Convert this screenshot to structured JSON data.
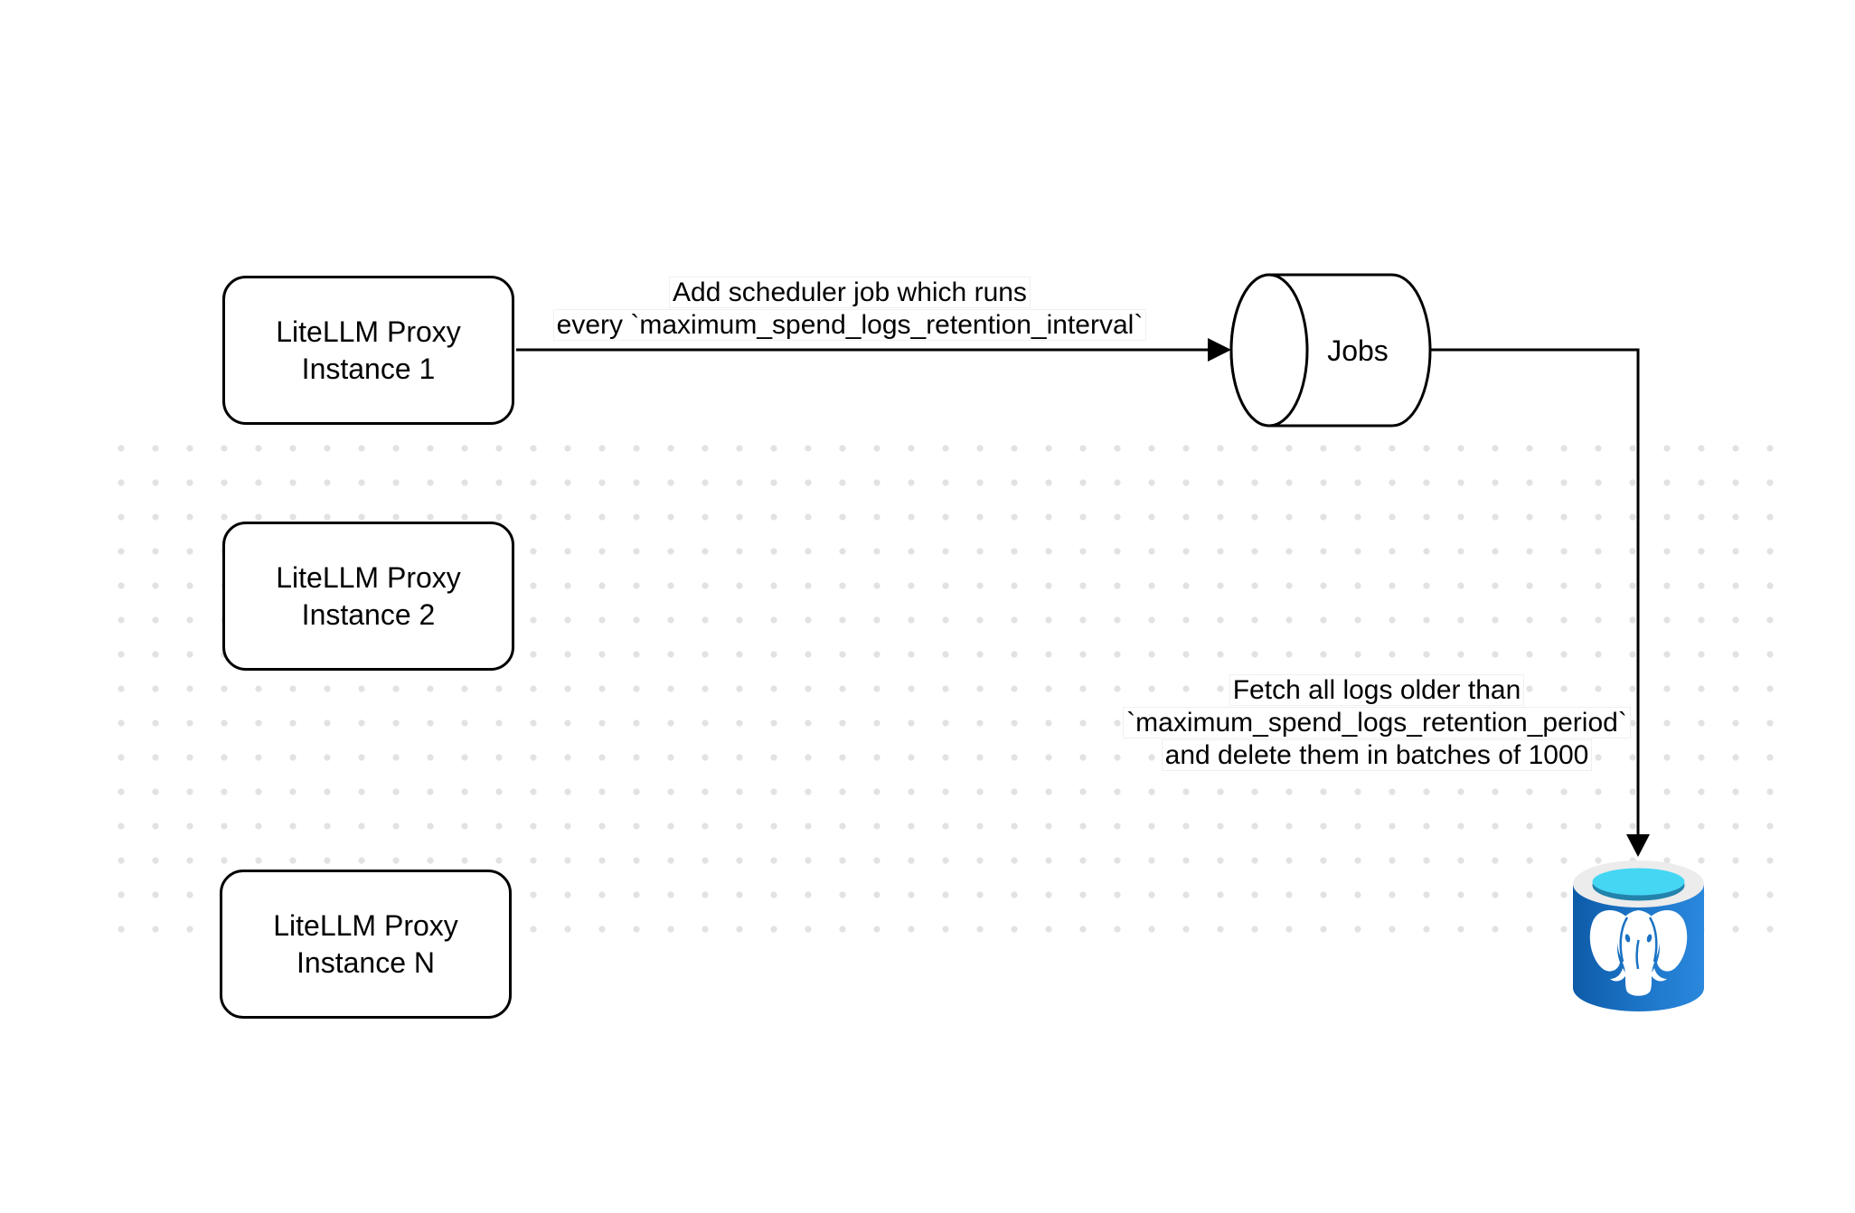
{
  "diagram": {
    "nodes": {
      "instance1": {
        "line1": "LiteLLM Proxy",
        "line2": "Instance 1"
      },
      "instance2": {
        "line1": "LiteLLM Proxy",
        "line2": "Instance 2"
      },
      "instance_n": {
        "line1": "LiteLLM Proxy",
        "line2": "Instance N"
      },
      "jobs": {
        "label": "Jobs",
        "shape": "horizontal-cylinder"
      },
      "postgres_db": {
        "icon": "postgresql-database-icon"
      }
    },
    "edge_labels": {
      "scheduler": {
        "line1": "Add scheduler job which runs",
        "line2": "every `maximum_spend_logs_retention_interval`"
      },
      "fetch_delete": {
        "line1": "Fetch all logs older than",
        "line2": "`maximum_spend_logs_retention_period`",
        "line3": "and delete them in batches of 1000"
      }
    },
    "colors": {
      "stroke": "#000000",
      "node_fill": "#ffffff",
      "background": "#ffffff",
      "dot": "#e2e2e2",
      "label_bg": "#ffffff",
      "label_border": "#f0f0f0",
      "pg_rim": "#ececec",
      "pg_cyan": "#45d6f4",
      "pg_teal": "#2383ab",
      "pg_blue_left": "#0d5ba8",
      "pg_blue_right": "#2a88dd",
      "pg_blue": "#1b72c4"
    }
  }
}
